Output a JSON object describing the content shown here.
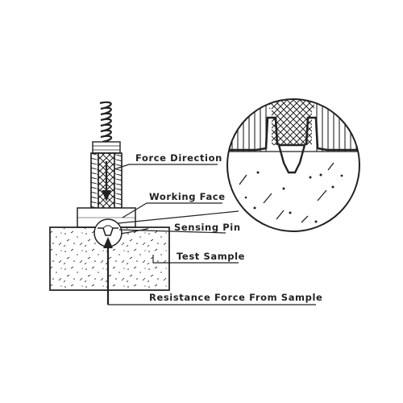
{
  "labels": {
    "force_direction": "Force Direction",
    "working_face": "Working Face",
    "sensing_pin": "Sensing Pin",
    "test_sample": "Test Sample",
    "resistance_force": "Resistance Force From Sample"
  },
  "colors": {
    "stroke": "#222222",
    "background": "#ffffff"
  }
}
